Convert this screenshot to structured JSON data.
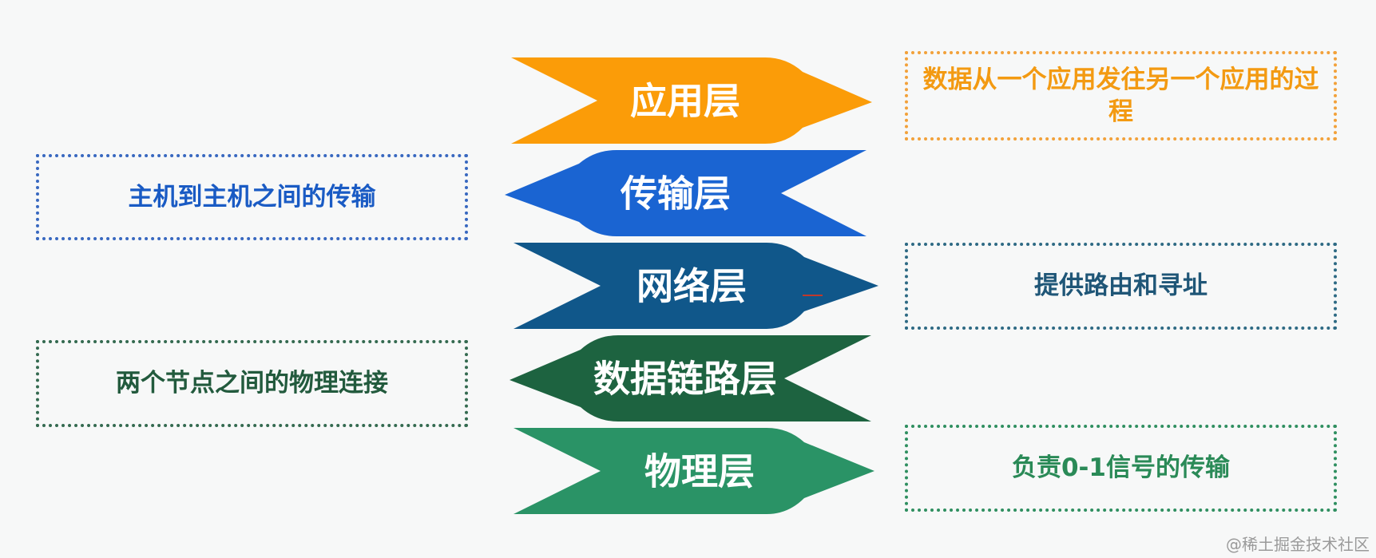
{
  "layers": [
    {
      "name": "应用层",
      "color": "#fb9c08",
      "shape": "chevron-right"
    },
    {
      "name": "传输层",
      "color": "#1a64d2",
      "shape": "chevron-left"
    },
    {
      "name": "网络层",
      "color": "#10578a",
      "shape": "chevron-right"
    },
    {
      "name": "数据链路层",
      "color": "#1d6340",
      "shape": "chevron-left"
    },
    {
      "name": "物理层",
      "color": "#2a9366",
      "shape": "chevron-right"
    }
  ],
  "notes": {
    "application": "数据从一个应用发往另一个应用的过程",
    "transport": "主机到主机之间的传输",
    "network": "提供路由和寻址",
    "datalink": "两个节点之间的物理连接",
    "physical": "负责0-1信号的传输"
  },
  "watermark": "@稀土掘金技术社区"
}
